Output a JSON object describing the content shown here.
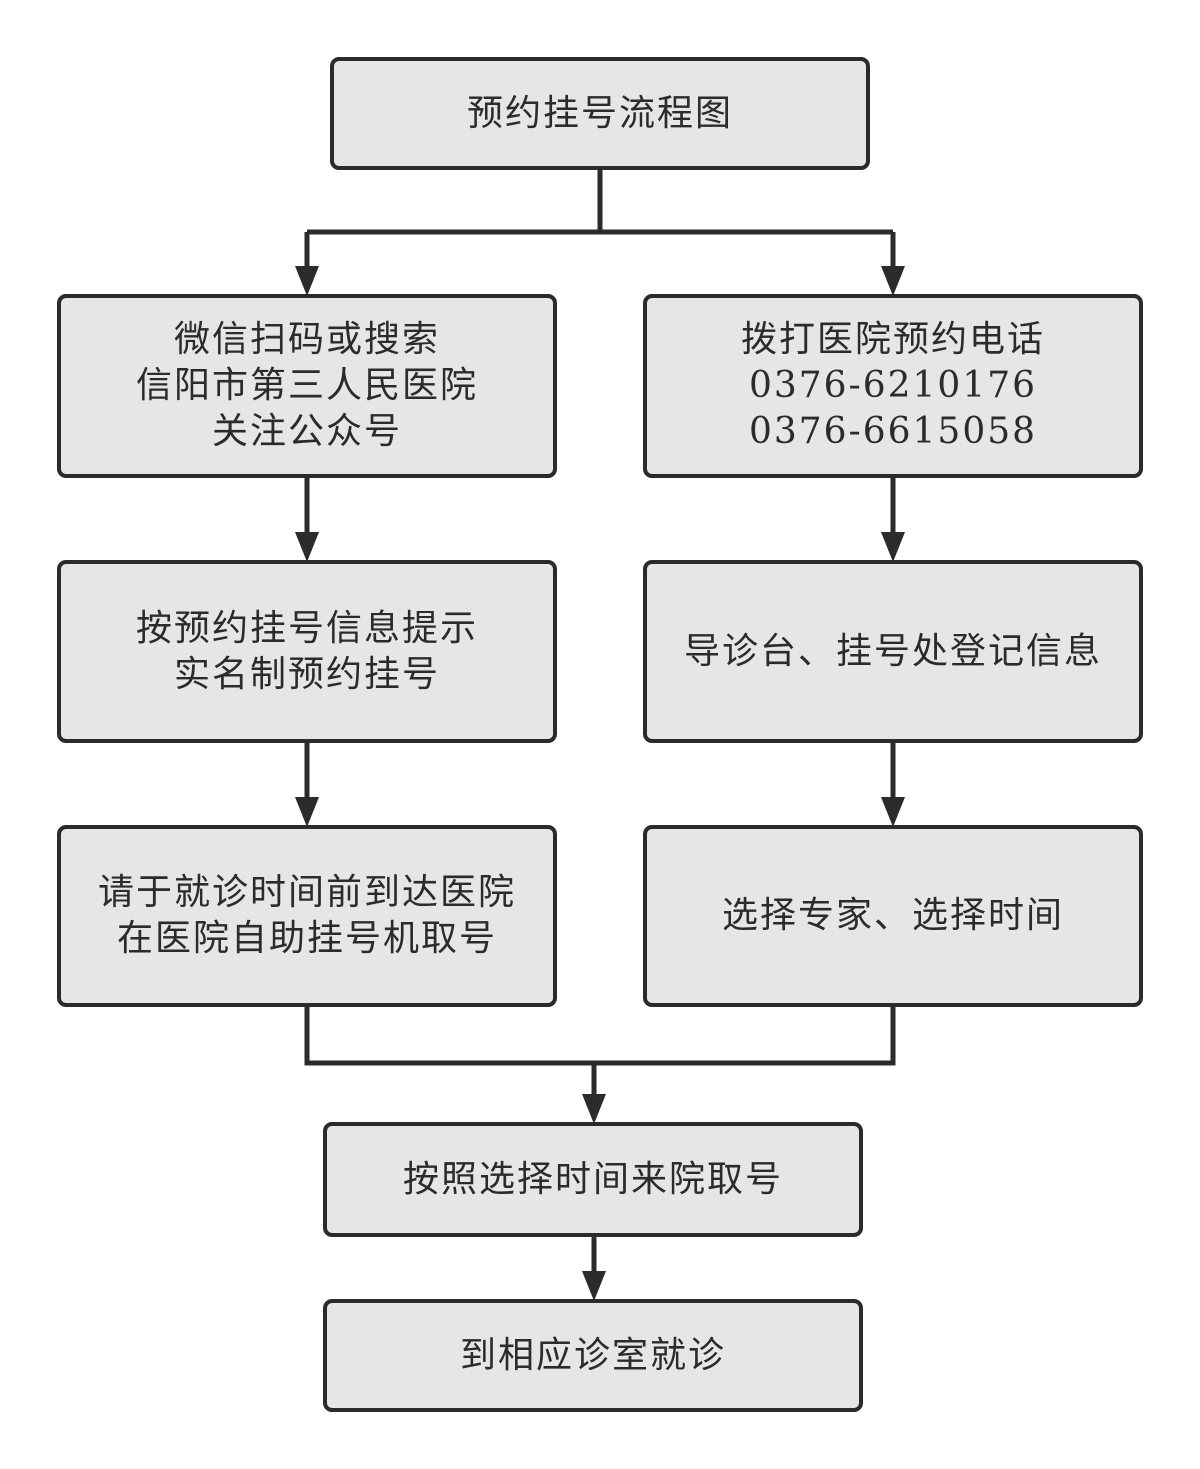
{
  "title": "预约挂号流程图",
  "left_branch": {
    "step1": [
      "微信扫码或搜索",
      "信阳市第三人民医院",
      "关注公众号"
    ],
    "step2": [
      "按预约挂号信息提示",
      "实名制预约挂号"
    ],
    "step3": [
      "请于就诊时间前到达医院",
      "在医院自助挂号机取号"
    ]
  },
  "right_branch": {
    "step1": [
      "拨打医院预约电话",
      "0376-6210176",
      "0376-6615058"
    ],
    "step2": [
      "导诊台、挂号处登记信息"
    ],
    "step3": [
      "选择专家、选择时间"
    ]
  },
  "merge_steps": {
    "step1": "按照选择时间来院取号",
    "step2": "到相应诊室就诊"
  },
  "colors": {
    "box_fill": "#e6e6e6",
    "stroke": "#2b2b2b",
    "background": "#ffffff"
  }
}
